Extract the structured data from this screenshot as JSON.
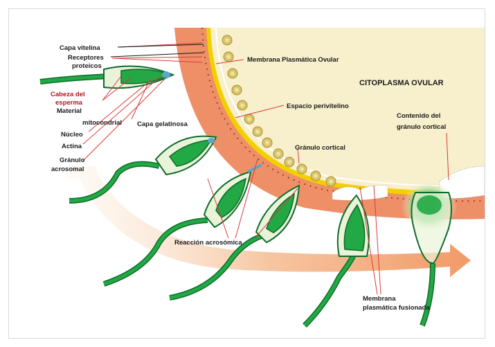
{
  "labels": {
    "capa_vitelina": "Capa vitelina",
    "receptores_1": "Receptores",
    "receptores_2": "proteicos",
    "membrana_ovular": "Membrana Plasmática Ovular",
    "citoplasma": "CITOPLASMA OVULAR",
    "cabeza_1": "Cabeza del",
    "cabeza_2": "esperma",
    "material_1": "Material",
    "material_2": "mitocondrial",
    "nucleo": "Núcleo",
    "actina": "Actina",
    "granulo_acro_1": "Gránulo",
    "granulo_acro_2": "acrosomal",
    "capa_gelatinosa": "Capa gelatinosa",
    "espacio_perivitelino": "Espacio perivitelino",
    "granulo_cortical": "Gránulo cortical",
    "contenido_1": "Contenido del",
    "contenido_2": "gránulo cortical",
    "reaccion": "Reacción acrosómica",
    "membrana_fus_1": "Membrana",
    "membrana_fus_2": "plasmática fusionada"
  },
  "colors": {
    "cytoplasm": "#f8efcc",
    "jelly_coat": "#ee8f67",
    "vitelline_layer": "#f2d000",
    "sperm_green": "#22a844",
    "sperm_dark": "#0d6b2a",
    "leader_red": "#d93a3a",
    "granule": "#d8c46a",
    "arrow": "#f7b07f"
  }
}
